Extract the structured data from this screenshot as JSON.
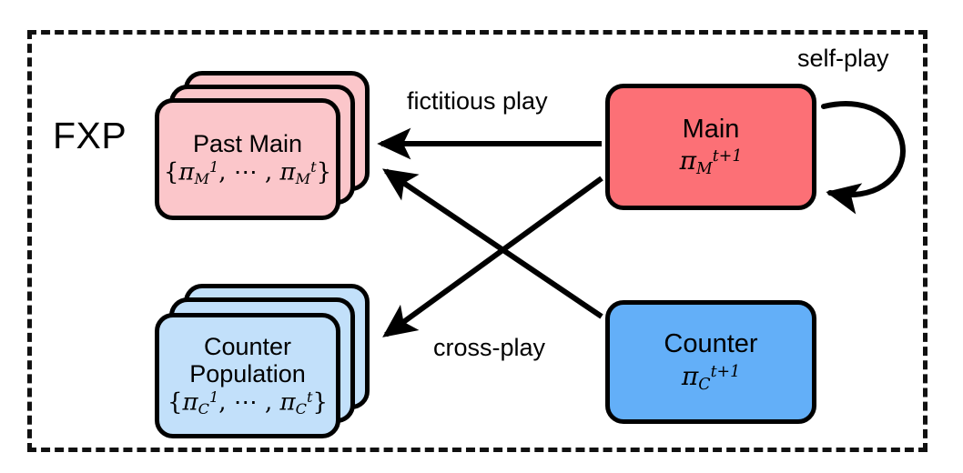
{
  "diagram": {
    "frame_label": "FXP",
    "background": "#ffffff",
    "frame_border_color": "#111111",
    "colors": {
      "past_main_fill": "#fbc6ca",
      "main_fill": "#fc7076",
      "counter_population_fill": "#c2e0fa",
      "counter_fill": "#63aff8",
      "stroke": "#000000"
    },
    "nodes": {
      "past_main": {
        "title": "Past Main",
        "set_open": "{",
        "pi": "π",
        "sub": "M",
        "sup_first": "1",
        "ellipsis": ", ⋯ , ",
        "sup_last": "t",
        "set_close": "}",
        "stack_count": 3
      },
      "counter_population": {
        "title_line1": "Counter",
        "title_line2": "Population",
        "set_open": "{",
        "pi": "π",
        "sub": "C",
        "sup_first": "1",
        "ellipsis": ", ⋯ , ",
        "sup_last": "t",
        "set_close": "}",
        "stack_count": 3
      },
      "main": {
        "title": "Main",
        "pi": "π",
        "sub": "M",
        "sup": "t+1"
      },
      "counter": {
        "title": "Counter",
        "pi": "π",
        "sub": "C",
        "sup": "t+1"
      }
    },
    "edges": {
      "fictitious_play": {
        "label": "fictitious play",
        "from": "main",
        "to": "past_main"
      },
      "cross_play_main_to_counter_population": {
        "label": "cross-play",
        "from": "main",
        "to": "counter_population"
      },
      "cross_play_counter_to_past_main": {
        "label": "",
        "from": "counter",
        "to": "past_main"
      },
      "self_play": {
        "label": "self-play",
        "from": "main",
        "to": "main"
      }
    }
  }
}
